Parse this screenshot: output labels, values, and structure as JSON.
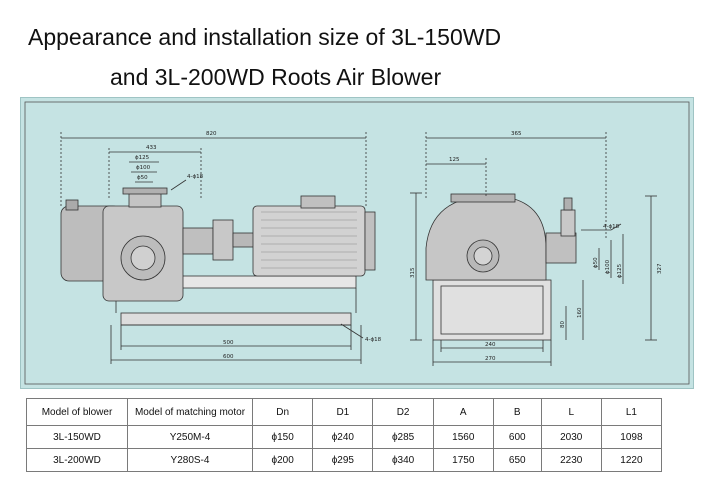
{
  "title": {
    "line1": "Appearance and installation size of 3L-150WD",
    "line2": "and 3L-200WD Roots Air Blower"
  },
  "drawing": {
    "front_view": {
      "dim_820": "820",
      "dim_433": "433",
      "dim_phi125": "ϕ125",
      "dim_phi100": "ϕ100",
      "dim_phi50": "ϕ50",
      "hole_top": "4-ϕ18",
      "hole_base": "4-ϕ18",
      "dim_500": "500",
      "dim_600": "600"
    },
    "side_view": {
      "dim_365": "365",
      "dim_125": "125",
      "hole": "4-ϕ18",
      "dim_phi50": "ϕ50",
      "dim_phi100": "ϕ100",
      "dim_phi125": "ϕ125",
      "dim_315": "315",
      "dim_327": "327",
      "dim_160": "160",
      "dim_80": "80",
      "dim_240": "240",
      "dim_270": "270"
    }
  },
  "table": {
    "headers": [
      "Model of blower",
      "Model of matching motor",
      "Dn",
      "D1",
      "D2",
      "A",
      "B",
      "L",
      "L1"
    ],
    "rows": [
      [
        "3L-150WD",
        "Y250M-4",
        "ϕ150",
        "ϕ240",
        "ϕ285",
        "1560",
        "600",
        "2030",
        "1098"
      ],
      [
        "3L-200WD",
        "Y280S-4",
        "ϕ200",
        "ϕ295",
        "ϕ340",
        "1750",
        "650",
        "2230",
        "1220"
      ]
    ]
  }
}
